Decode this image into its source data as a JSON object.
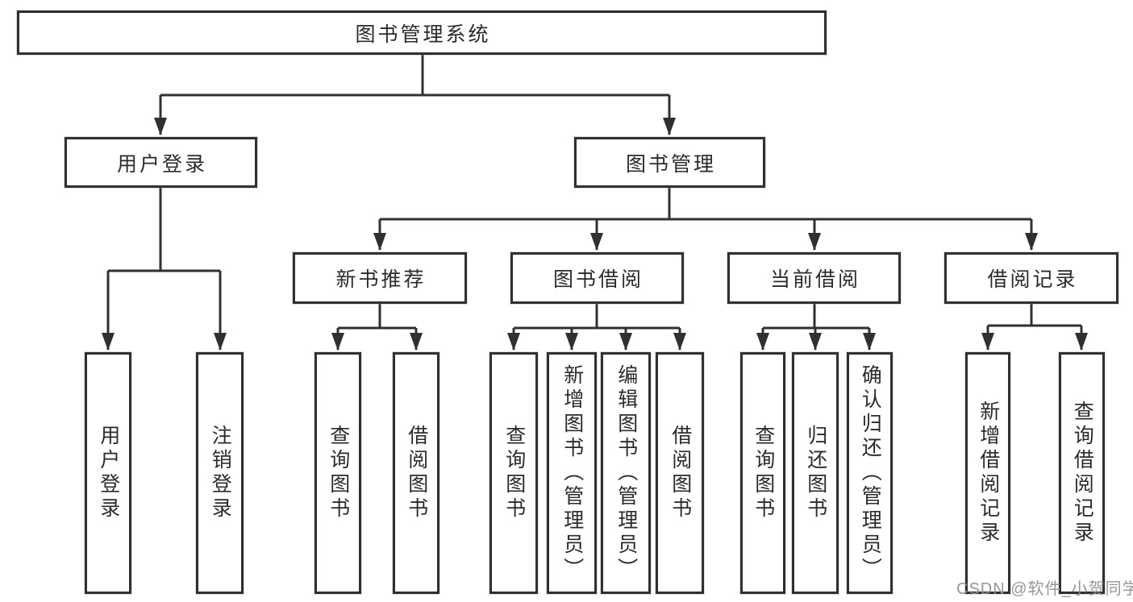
{
  "diagram": {
    "type": "tree",
    "colors": {
      "line": "#303030",
      "box_border": "#303030",
      "box_background": "#ffffff",
      "text": "#2b2b2b",
      "watermark": "#909090",
      "page_background": "#ffffff"
    },
    "nodes": {
      "root": {
        "label": "图书管理系统"
      },
      "user_login": {
        "label": "用户登录"
      },
      "book_mgmt": {
        "label": "图书管理"
      },
      "new_book_rec": {
        "label": "新书推荐"
      },
      "book_borrow": {
        "label": "图书借阅"
      },
      "current_borrow": {
        "label": "当前借阅"
      },
      "borrow_record": {
        "label": "借阅记录"
      },
      "leaf_user_login": {
        "label": "用户登录"
      },
      "leaf_logout_login": {
        "label": "注销登录"
      },
      "leaf_query_book_rec": {
        "label": "查询图书"
      },
      "leaf_borrow_book_rec": {
        "label": "借阅图书"
      },
      "leaf_query_book_borrow": {
        "label": "查询图书"
      },
      "leaf_add_book_admin": {
        "label": "新增图书（管理员）"
      },
      "leaf_edit_book_admin": {
        "label": "编辑图书（管理员）"
      },
      "leaf_borrow_book_borrow": {
        "label": "借阅图书"
      },
      "leaf_query_book_current": {
        "label": "查询图书"
      },
      "leaf_return_book": {
        "label": "归还图书"
      },
      "leaf_confirm_return_admin": {
        "label": "确认归还（管理员）"
      },
      "leaf_add_borrow_record": {
        "label": "新增借阅记录"
      },
      "leaf_query_borrow_record": {
        "label": "查询借阅记录"
      }
    },
    "edges": [
      [
        "root",
        "user_login"
      ],
      [
        "root",
        "book_mgmt"
      ],
      [
        "user_login",
        "leaf_user_login"
      ],
      [
        "user_login",
        "leaf_logout_login"
      ],
      [
        "book_mgmt",
        "new_book_rec"
      ],
      [
        "book_mgmt",
        "book_borrow"
      ],
      [
        "book_mgmt",
        "current_borrow"
      ],
      [
        "book_mgmt",
        "borrow_record"
      ],
      [
        "new_book_rec",
        "leaf_query_book_rec"
      ],
      [
        "new_book_rec",
        "leaf_borrow_book_rec"
      ],
      [
        "book_borrow",
        "leaf_query_book_borrow"
      ],
      [
        "book_borrow",
        "leaf_add_book_admin"
      ],
      [
        "book_borrow",
        "leaf_edit_book_admin"
      ],
      [
        "book_borrow",
        "leaf_borrow_book_borrow"
      ],
      [
        "current_borrow",
        "leaf_query_book_current"
      ],
      [
        "current_borrow",
        "leaf_return_book"
      ],
      [
        "current_borrow",
        "leaf_confirm_return_admin"
      ],
      [
        "borrow_record",
        "leaf_add_borrow_record"
      ],
      [
        "borrow_record",
        "leaf_query_borrow_record"
      ]
    ],
    "watermark": "CSDN @软件_小贺同学"
  }
}
